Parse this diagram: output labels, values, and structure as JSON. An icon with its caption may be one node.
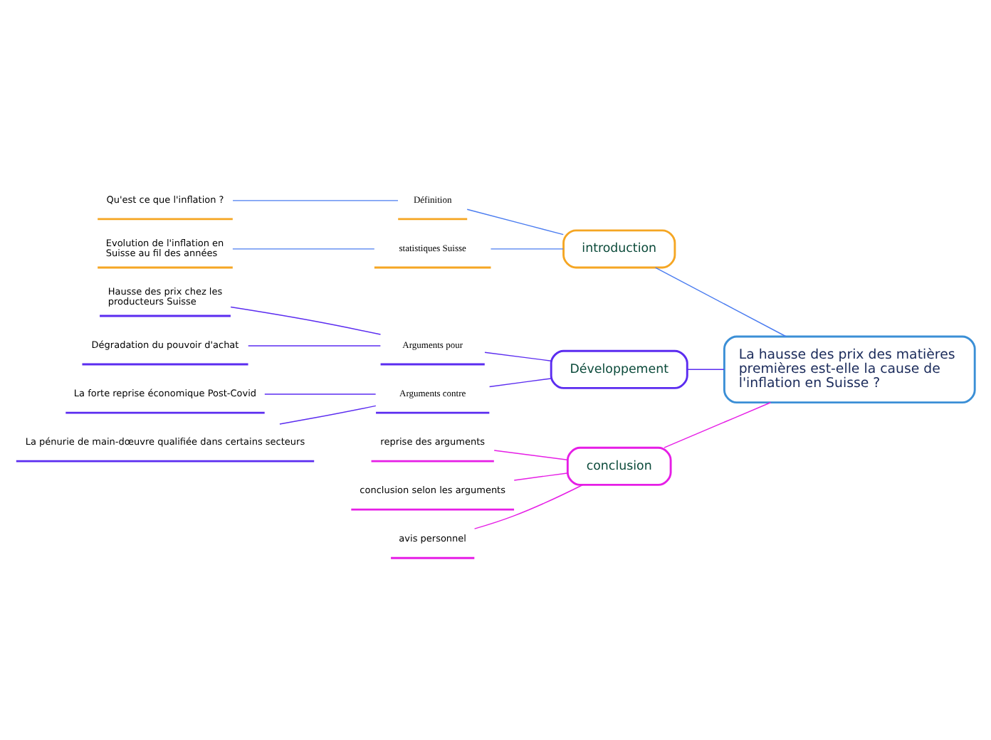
{
  "diagram": {
    "nodes": [
      {
        "text": [
          "La hausse des prix des matières premières est-elle la cause de l'inflation en Suisse ?"
        ]
      },
      {
        "text": [
          "introduction"
        ]
      },
      {
        "text": [
          "Définition"
        ]
      },
      {
        "text": [
          "Qu'est ce que l'inflation ?"
        ]
      },
      {
        "text": [
          "statistiques Suisse"
        ]
      },
      {
        "text": [
          "Evolution de l'inflation en Suisse au fil des années"
        ]
      },
      {
        "text": [
          "Développement"
        ]
      },
      {
        "text": [
          "Arguments pour"
        ]
      },
      {
        "text": [
          "Hausse des prix chez les producteurs Suisse"
        ]
      },
      {
        "text": [
          "Dégradation du pouvoir d'achat"
        ]
      },
      {
        "text": [
          "Arguments contre"
        ]
      },
      {
        "text": [
          "La forte reprise économique Post-Covid"
        ]
      },
      {
        "text": [
          "La pénurie de main-dœuvre qualifiée dans certains secteurs"
        ]
      },
      {
        "text": [
          "conclusion"
        ]
      },
      {
        "text": [
          "reprise des arguments"
        ]
      },
      {
        "text": [
          "conclusion selon les arguments"
        ]
      },
      {
        "text": [
          "avis personnel"
        ]
      }
    ],
    "edges": [
      {
        "from": 0,
        "to": 1,
        "arrow": "none",
        "color": "#4a7cf0"
      },
      {
        "from": 1,
        "to": 2,
        "arrow": "none",
        "color": "#4a7cf0"
      },
      {
        "from": 2,
        "to": 3,
        "arrow": "none",
        "color": "#4a7cf0"
      },
      {
        "from": 1,
        "to": 4,
        "arrow": "none",
        "color": "#4a7cf0"
      },
      {
        "from": 4,
        "to": 5,
        "arrow": "none",
        "color": "#4a7cf0"
      },
      {
        "from": 0,
        "to": 6,
        "arrow": "none"
      },
      {
        "from": 6,
        "to": 7,
        "arrow": "none"
      },
      {
        "from": 7,
        "to": 8,
        "arrow": "none"
      },
      {
        "from": 7,
        "to": 9,
        "arrow": "none"
      },
      {
        "from": 6,
        "to": 10,
        "arrow": "none"
      },
      {
        "from": 10,
        "to": 11,
        "arrow": "none"
      },
      {
        "from": 10,
        "to": 12,
        "arrow": "none"
      },
      {
        "from": 0,
        "to": 13,
        "arrow": "none",
        "color": "#e61ee6"
      },
      {
        "from": 13,
        "to": 14,
        "arrow": "none",
        "color": "#e61ee6"
      },
      {
        "from": 13,
        "to": 15,
        "arrow": "none",
        "color": "#e61ee6"
      },
      {
        "from": 13,
        "to": 16,
        "arrow": "none",
        "color": "#e61ee6"
      }
    ]
  }
}
